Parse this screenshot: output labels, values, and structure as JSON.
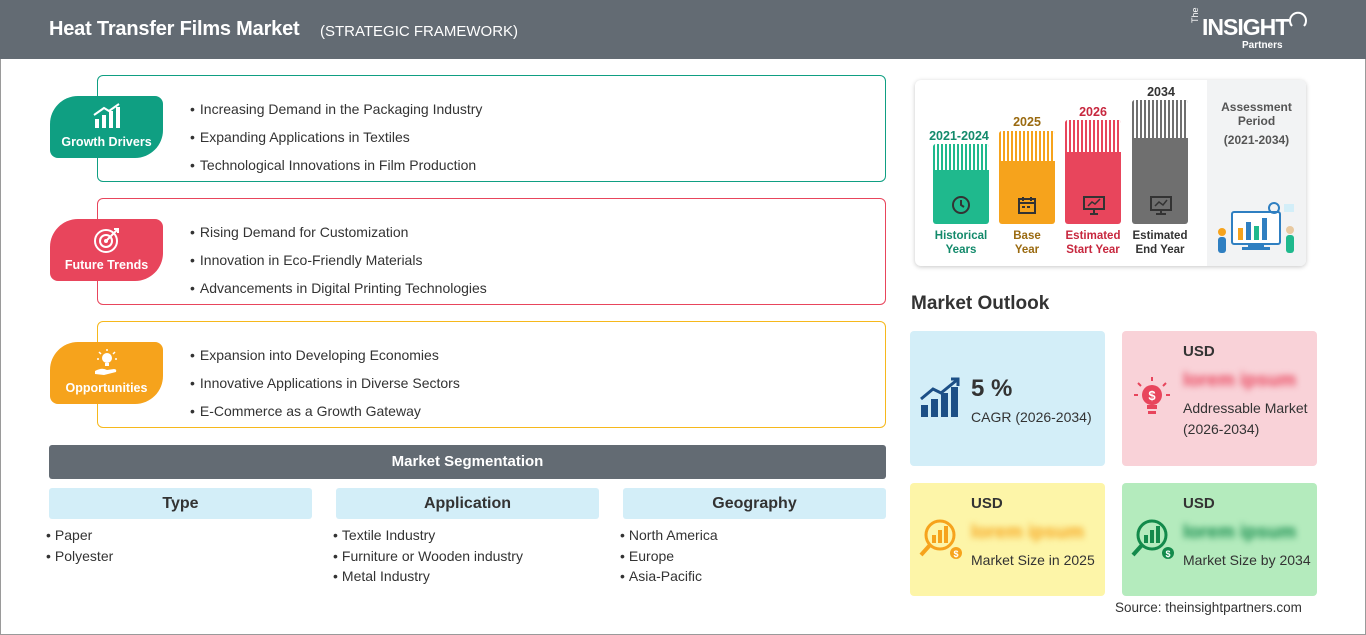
{
  "header": {
    "title": "Heat Transfer Films Market",
    "subtitle": "(STRATEGIC FRAMEWORK)",
    "logo_the": "The",
    "logo_insight": "INSIGHT",
    "logo_partners": "Partners"
  },
  "colors": {
    "growth": "#0f9f82",
    "trends": "#e8455c",
    "opportunities": "#f6a31c",
    "header": "#636b73"
  },
  "drivers": {
    "label": "Growth Drivers",
    "icon": "growth-chart-icon",
    "items": [
      "Increasing Demand in the Packaging Industry",
      "Expanding Applications in Textiles",
      "Technological Innovations in Film Production"
    ]
  },
  "trends": {
    "label": "Future Trends",
    "icon": "target-icon",
    "items": [
      "Rising Demand for Customization",
      "Innovation in Eco-Friendly Materials",
      "Advancements in Digital Printing Technologies"
    ]
  },
  "opportunities": {
    "label": "Opportunities",
    "icon": "lightbulb-hand-icon",
    "items": [
      "Expansion into Developing Economies",
      "Innovative Applications in Diverse Sectors",
      "E-Commerce as a Growth Gateway"
    ]
  },
  "segmentation": {
    "title": "Market Segmentation",
    "type": {
      "title": "Type",
      "items": [
        "Paper",
        "Polyester"
      ]
    },
    "application": {
      "title": "Application",
      "items": [
        "Textile Industry",
        "Furniture or Wooden industry",
        "Metal Industry"
      ]
    },
    "geography": {
      "title": "Geography",
      "items": [
        "North America",
        "Europe",
        "Asia-Pacific"
      ]
    }
  },
  "timeline": {
    "historical": {
      "year": "2021-2024",
      "caption_1": "Historical",
      "caption_2": "Years",
      "color": "#1fb98d"
    },
    "base": {
      "year": "2025",
      "caption_1": "Base",
      "caption_2": "Year",
      "color": "#f6a31c"
    },
    "start": {
      "year": "2026",
      "caption_1": "Estimated",
      "caption_2": "Start Year",
      "color": "#e8455c"
    },
    "end": {
      "year": "2034",
      "caption_1": "Estimated",
      "caption_2": "End Year",
      "color": "#6f6f6f"
    },
    "assessment_1": "Assessment",
    "assessment_2": "Period",
    "assessment_period": "(2021-2034)"
  },
  "outlook": {
    "title": "Market Outlook",
    "cagr_value": "5 %",
    "cagr_label": "CAGR (2026-2034)",
    "addressable": {
      "currency": "USD",
      "value": "lorem ipsum",
      "desc": "Addressable Market (2026-2034)"
    },
    "size_2025": {
      "currency": "USD",
      "value": "lorem ipsum",
      "desc": "Market Size in 2025"
    },
    "size_2034": {
      "currency": "USD",
      "value": "lorem ipsum",
      "desc": "Market Size by 2034"
    }
  },
  "source": "Source: theinsightpartners.com"
}
